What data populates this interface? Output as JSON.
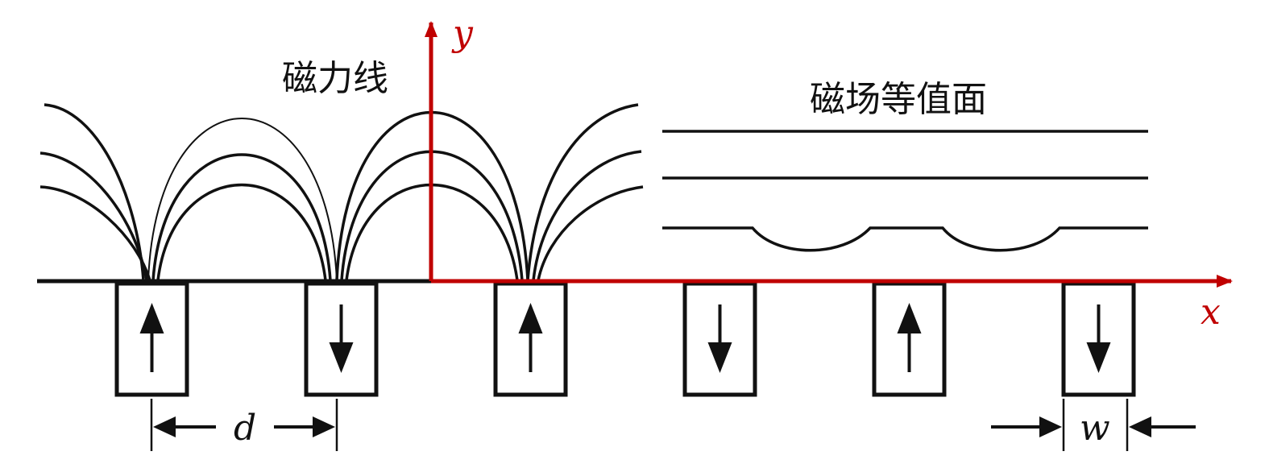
{
  "labels": {
    "field_lines": "磁力线",
    "equipotential": "磁场等值面",
    "x_axis": "x",
    "y_axis": "y",
    "spacing": "d",
    "width": "w"
  },
  "magnets": [
    {
      "direction": "up"
    },
    {
      "direction": "down"
    },
    {
      "direction": "up"
    },
    {
      "direction": "down"
    },
    {
      "direction": "up"
    },
    {
      "direction": "down"
    }
  ],
  "colors": {
    "axis": "#c00000",
    "ink": "#111111"
  }
}
